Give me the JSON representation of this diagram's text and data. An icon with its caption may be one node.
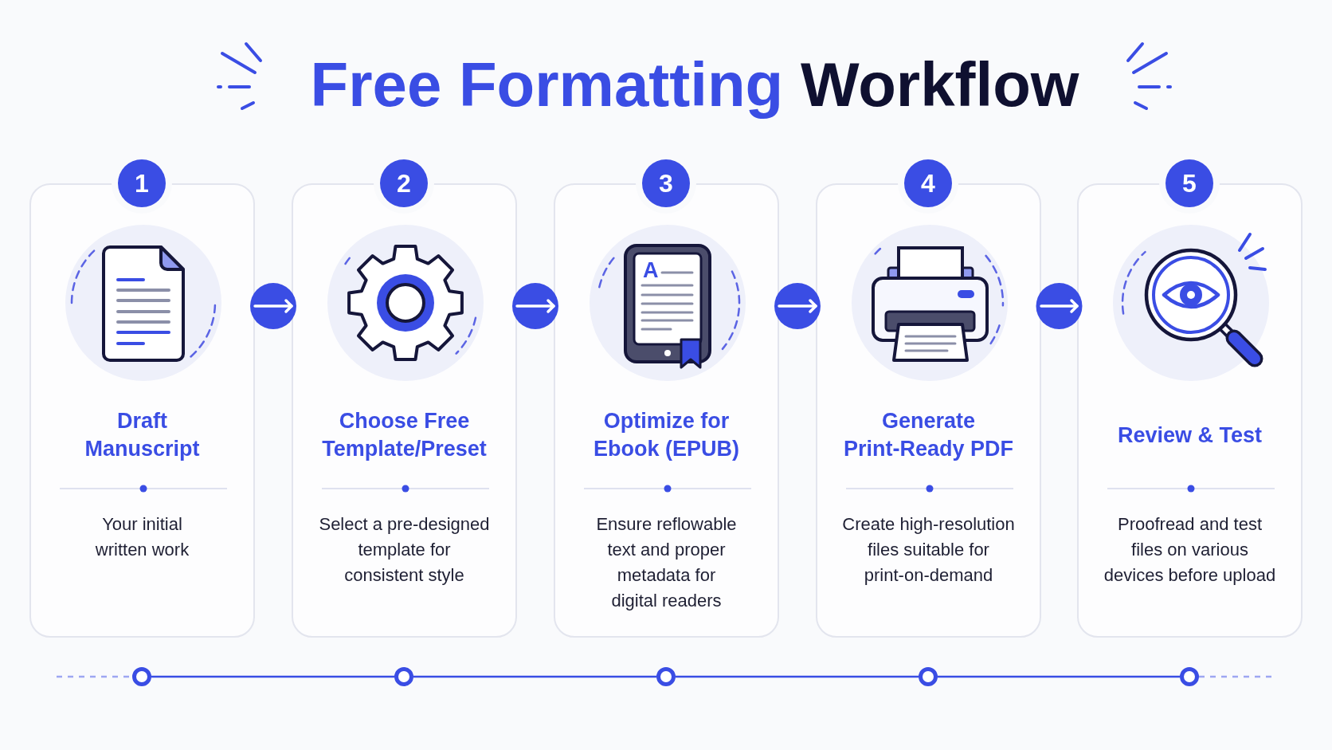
{
  "diagram": {
    "title": "Free Formatting Workflow",
    "nodes": [
      {
        "text": [
          "1"
        ]
      },
      {
        "text": [
          "Draft Manuscript",
          "Your initial written work"
        ]
      },
      {
        "text": [
          "2"
        ]
      },
      {
        "text": [
          "Choose Free Template/Preset",
          "Select a pre-designed template for consistent style"
        ]
      },
      {
        "text": [
          "3"
        ]
      },
      {
        "text": [
          "Optimize for Ebook (EPUB)",
          "Ensure reflowable text and proper metadata for digital readers"
        ]
      },
      {
        "text": [
          "4"
        ]
      },
      {
        "text": [
          "Generate Print-Ready PDF",
          "Create high-resolution files suitable for print-on-demand"
        ]
      },
      {
        "text": [
          "5"
        ]
      },
      {
        "text": [
          "Review & Test",
          "Proofread and test files on various devices before upload"
        ]
      },
      {
        "text": [],
        "shape": "circle"
      },
      {
        "text": [],
        "shape": "circle"
      },
      {
        "text": [],
        "shape": "circle"
      },
      {
        "text": [],
        "shape": "circle"
      },
      {
        "text": [],
        "shape": "circle"
      }
    ],
    "edges": [
      {
        "from": 1,
        "to": 3,
        "arrow": "to"
      },
      {
        "from": 3,
        "to": 5,
        "arrow": "to"
      },
      {
        "from": 5,
        "to": 7,
        "arrow": "to"
      },
      {
        "from": 7,
        "to": 9,
        "arrow": "to"
      },
      {
        "from": null,
        "to": 10,
        "arrow": "none",
        "style": "dashed",
        "color": "#9ea6f2"
      },
      {
        "from": 10,
        "to": 11,
        "arrow": "none",
        "color": "#3a4de4"
      },
      {
        "from": 11,
        "to": 12,
        "arrow": "none",
        "color": "#3a4de4"
      },
      {
        "from": 12,
        "to": 13,
        "arrow": "none",
        "color": "#3a4de4"
      },
      {
        "from": 13,
        "to": 14,
        "arrow": "none",
        "color": "#3a4de4"
      },
      {
        "from": 14,
        "to": null,
        "arrow": "none",
        "style": "dashed",
        "color": "#9ea6f2"
      }
    ],
    "labels": [
      "A"
    ]
  }
}
